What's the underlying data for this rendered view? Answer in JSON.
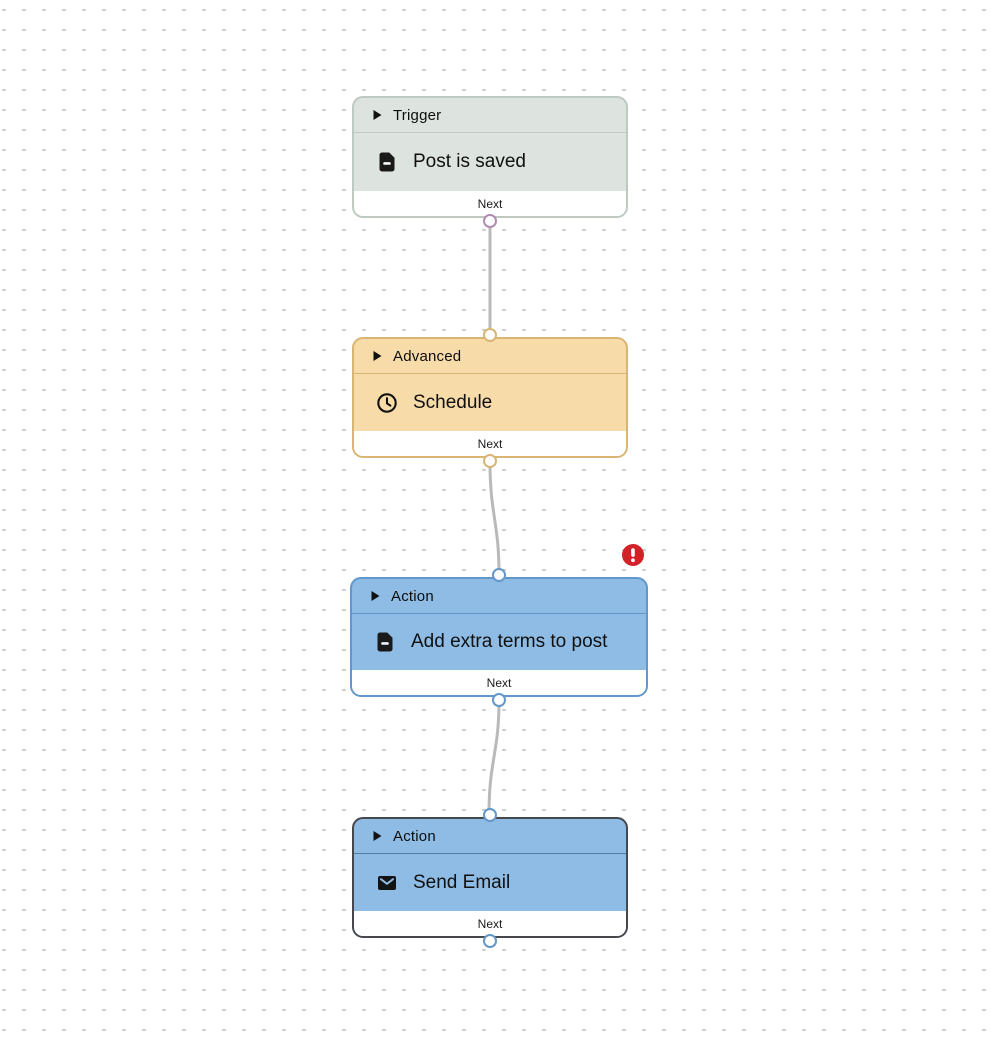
{
  "canvas": {
    "type_label": "workflow-editor",
    "background_color": "#ffffff",
    "grid_dot_color": "#cbcbcb",
    "edge_color": "#b9b9b9"
  },
  "nodes": [
    {
      "kind": "Trigger",
      "title": "Post is saved",
      "icon": "document-icon",
      "footer_label": "Next",
      "colors": {
        "body": "#dde4df",
        "border": "#bec9c1",
        "output_port": "#b28ab0"
      }
    },
    {
      "kind": "Advanced",
      "title": "Schedule",
      "icon": "clock-icon",
      "footer_label": "Next",
      "colors": {
        "body": "#f7dcaa",
        "border": "#d9b573",
        "input_port": "#d9b573",
        "output_port": "#d9b573"
      }
    },
    {
      "kind": "Action",
      "title": "Add extra terms to post",
      "icon": "document-icon",
      "footer_label": "Next",
      "has_error": true,
      "colors": {
        "body": "#8fbce5",
        "border": "#6397c9",
        "input_port": "#6397c9",
        "output_port": "#6397c9"
      }
    },
    {
      "kind": "Action",
      "title": "Send Email",
      "icon": "email-icon",
      "footer_label": "Next",
      "selected": true,
      "colors": {
        "body": "#8fbce5",
        "border": "#46484c",
        "input_port": "#6397c9",
        "output_port": "#6397c9"
      }
    }
  ],
  "error_badge": {
    "icon": "error-icon",
    "color": "#d42127"
  }
}
